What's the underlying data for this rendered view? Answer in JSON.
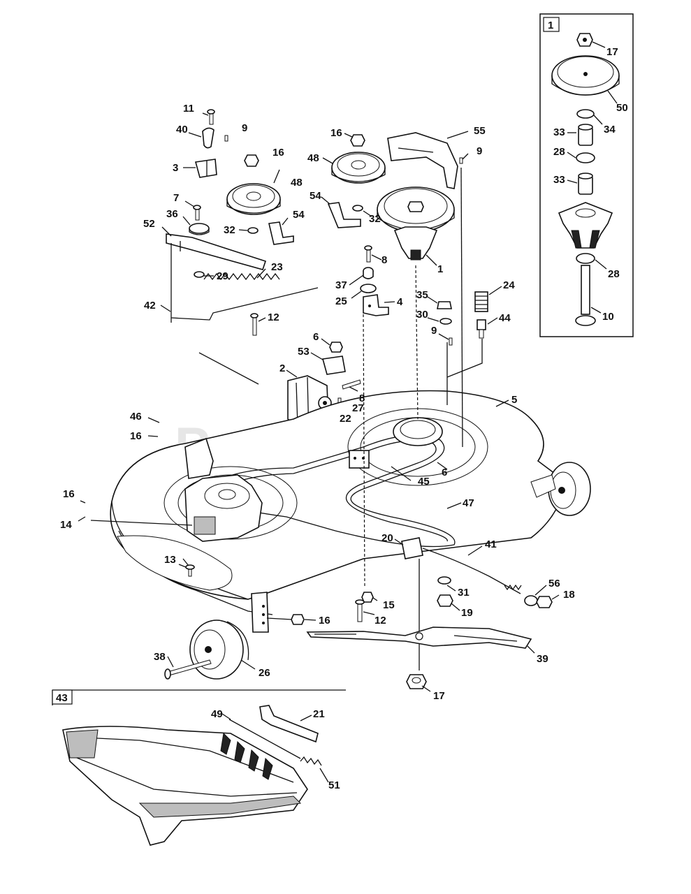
{
  "watermark": "PartsTree",
  "insets": [
    {
      "id": "1",
      "label": "1"
    },
    {
      "id": "43",
      "label": "43"
    }
  ],
  "callouts": [
    {
      "label": "17"
    },
    {
      "label": "50"
    },
    {
      "label": "33"
    },
    {
      "label": "34"
    },
    {
      "label": "28"
    },
    {
      "label": "33"
    },
    {
      "label": "28"
    },
    {
      "label": "10"
    },
    {
      "label": "11"
    },
    {
      "label": "40"
    },
    {
      "label": "9"
    },
    {
      "label": "3"
    },
    {
      "label": "16"
    },
    {
      "label": "48"
    },
    {
      "label": "7"
    },
    {
      "label": "36"
    },
    {
      "label": "54"
    },
    {
      "label": "52"
    },
    {
      "label": "32"
    },
    {
      "label": "29"
    },
    {
      "label": "23"
    },
    {
      "label": "42"
    },
    {
      "label": "12"
    },
    {
      "label": "16"
    },
    {
      "label": "48"
    },
    {
      "label": "55"
    },
    {
      "label": "9"
    },
    {
      "label": "54"
    },
    {
      "label": "32"
    },
    {
      "label": "1"
    },
    {
      "label": "8"
    },
    {
      "label": "37"
    },
    {
      "label": "25"
    },
    {
      "label": "4"
    },
    {
      "label": "35"
    },
    {
      "label": "24"
    },
    {
      "label": "30"
    },
    {
      "label": "9"
    },
    {
      "label": "44"
    },
    {
      "label": "6"
    },
    {
      "label": "53"
    },
    {
      "label": "2"
    },
    {
      "label": "8"
    },
    {
      "label": "27"
    },
    {
      "label": "22"
    },
    {
      "label": "5"
    },
    {
      "label": "46"
    },
    {
      "label": "16"
    },
    {
      "label": "45"
    },
    {
      "label": "6"
    },
    {
      "label": "16"
    },
    {
      "label": "14"
    },
    {
      "label": "47"
    },
    {
      "label": "20"
    },
    {
      "label": "41"
    },
    {
      "label": "13"
    },
    {
      "label": "31"
    },
    {
      "label": "56"
    },
    {
      "label": "18"
    },
    {
      "label": "15"
    },
    {
      "label": "19"
    },
    {
      "label": "16"
    },
    {
      "label": "12"
    },
    {
      "label": "39"
    },
    {
      "label": "38"
    },
    {
      "label": "26"
    },
    {
      "label": "17"
    },
    {
      "label": "49"
    },
    {
      "label": "21"
    },
    {
      "label": "51"
    }
  ]
}
